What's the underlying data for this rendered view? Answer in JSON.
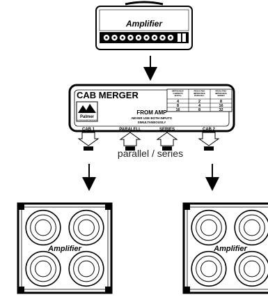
{
  "amp_head": {
    "logo": "Amplifier",
    "knob_count": 9
  },
  "cab_merger": {
    "title": "CAB MERGER",
    "brand": "Palmer",
    "brand_sub": "a Commercial Instrument",
    "impedance_table": {
      "headers": [
        "IMPEDANCE CABINETS (EACH)",
        "RESULTING IMPEDANCE PARALELL",
        "RESULTING IMPEDANCE SERIES"
      ],
      "rows": [
        [
          "4",
          "2",
          "8"
        ],
        [
          "8",
          "4",
          "16"
        ],
        [
          "16",
          "8",
          "32"
        ]
      ]
    },
    "from_amp": "FROM AMP",
    "warning_line1": "NEVER USE BOTH INPUTS",
    "warning_line2": "SIMULTANEOUSLY",
    "cab1_label": "CAB 1",
    "cab2_label": "CAB 2",
    "parallel_label": "PARALELL",
    "series_label": "SERIES"
  },
  "mode_caption": "parallel / series",
  "cabinets": [
    {
      "logo": "Amplifier",
      "speaker_count": 4
    },
    {
      "logo": "Amplifier",
      "speaker_count": 4
    }
  ]
}
